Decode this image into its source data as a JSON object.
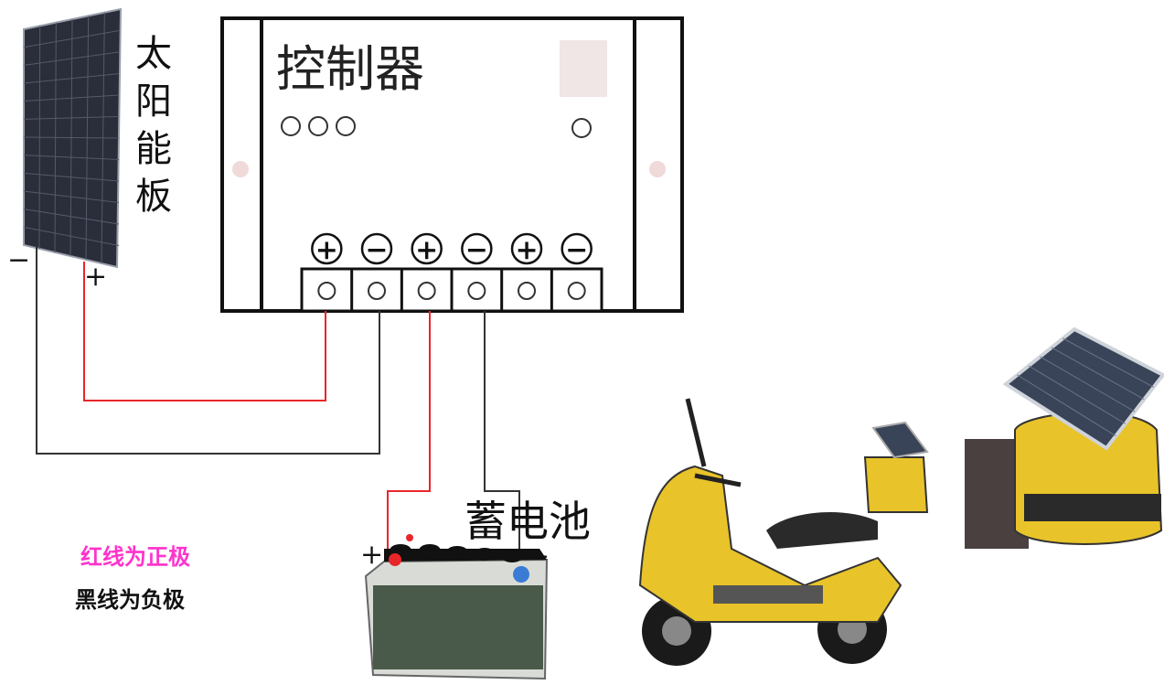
{
  "labels": {
    "solar_panel": [
      "太",
      "阳",
      "能",
      "板"
    ],
    "controller": "控制器",
    "battery": "蓄电池",
    "panel_minus": "−",
    "panel_plus": "+",
    "battery_plus": "+",
    "battery_minus": "−"
  },
  "terminals": [
    {
      "sign": "+"
    },
    {
      "sign": "−"
    },
    {
      "sign": "+"
    },
    {
      "sign": "−"
    },
    {
      "sign": "+"
    },
    {
      "sign": "−"
    }
  ],
  "legend": {
    "red_line": "红线为正极",
    "black_line": "黑线为负极"
  },
  "colors": {
    "positive_wire": "#e8262a",
    "negative_wire": "#333333",
    "legend_red": "#ff33cc",
    "legend_black": "#111111",
    "panel_cell": "#2a2d3a",
    "scooter_body": "#e8c32a"
  }
}
